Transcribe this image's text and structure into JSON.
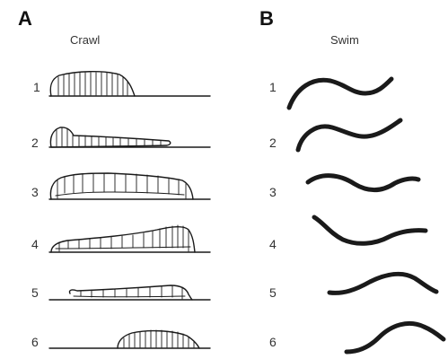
{
  "panels": [
    {
      "letter": "A",
      "title": "Crawl",
      "frames": [
        "1",
        "2",
        "3",
        "4",
        "5",
        "6"
      ]
    },
    {
      "letter": "B",
      "title": "Swim",
      "frames": [
        "1",
        "2",
        "3",
        "4",
        "5",
        "6"
      ]
    }
  ],
  "colors": {
    "ink": "#1a1a1a",
    "background": "#ffffff"
  }
}
